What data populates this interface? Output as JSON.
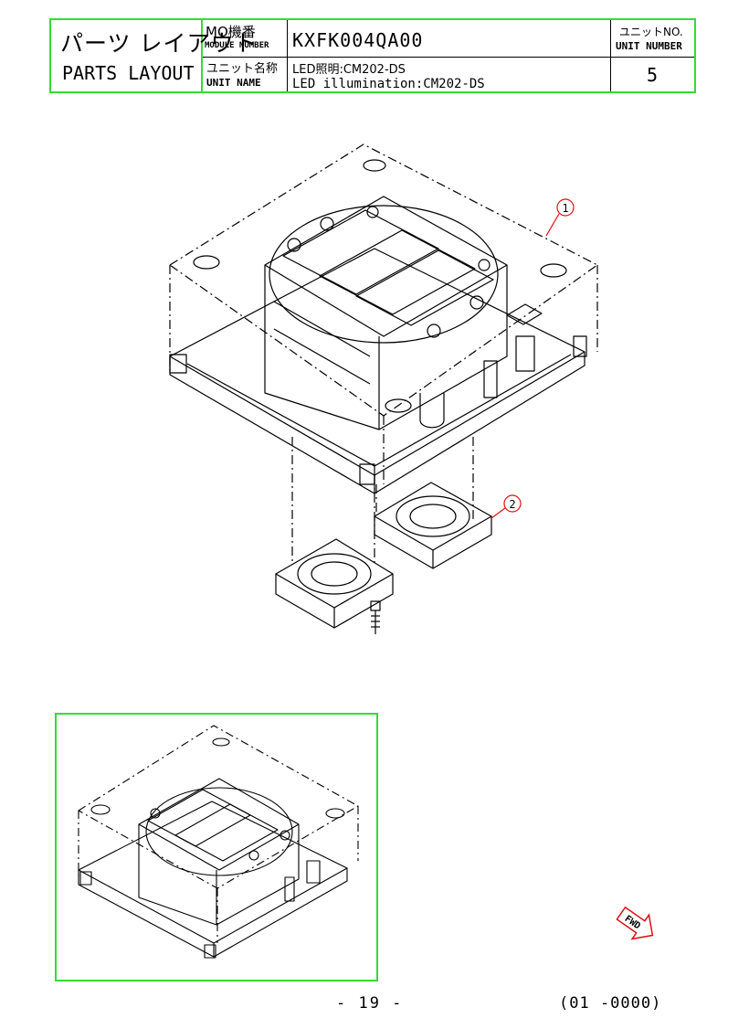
{
  "header": {
    "title_jp": "パーツ レイアウト",
    "title_en": "PARTS LAYOUT",
    "module_label_jp": "MO機番",
    "module_label_en": "MODULE NUMBER",
    "module_value": "KXFK004QA00",
    "unit_no_label_jp": "ユニットNO.",
    "unit_no_label_en": "UNIT NUMBER",
    "unit_no_value": "5",
    "unit_name_label_jp": "ユニット名称",
    "unit_name_label_en": "UNIT NAME",
    "unit_name_jp": "LED照明:CM202-DS",
    "unit_name_en": "LED illumination:CM202-DS"
  },
  "callouts": [
    "1",
    "2"
  ],
  "fwd_label": "FWD",
  "footer": {
    "page": "- 19 -",
    "code": "(01 -0000)"
  },
  "colors": {
    "frame": "#33dd33",
    "callout": "#e01010",
    "fwd_arrow": "#e01010",
    "line": "#000000"
  }
}
